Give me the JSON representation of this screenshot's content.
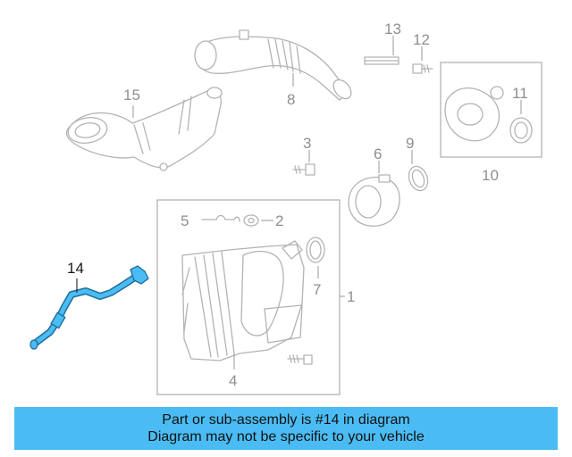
{
  "diagram": {
    "callouts": {
      "c1": "1",
      "c2": "2",
      "c3": "3",
      "c4": "4",
      "c5": "5",
      "c6": "6",
      "c7": "7",
      "c8": "8",
      "c9": "9",
      "c10": "10",
      "c11": "11",
      "c12": "12",
      "c13": "13",
      "c14": "14",
      "c15": "15"
    },
    "highlight_part": "14",
    "highlight_color": "#4bbcf3",
    "line_color": "#b3b3b3"
  },
  "banner": {
    "line1": "Part or sub-assembly is #14 in diagram",
    "line2": "Diagram may not be specific to your vehicle",
    "background": "#4bbcf3"
  }
}
